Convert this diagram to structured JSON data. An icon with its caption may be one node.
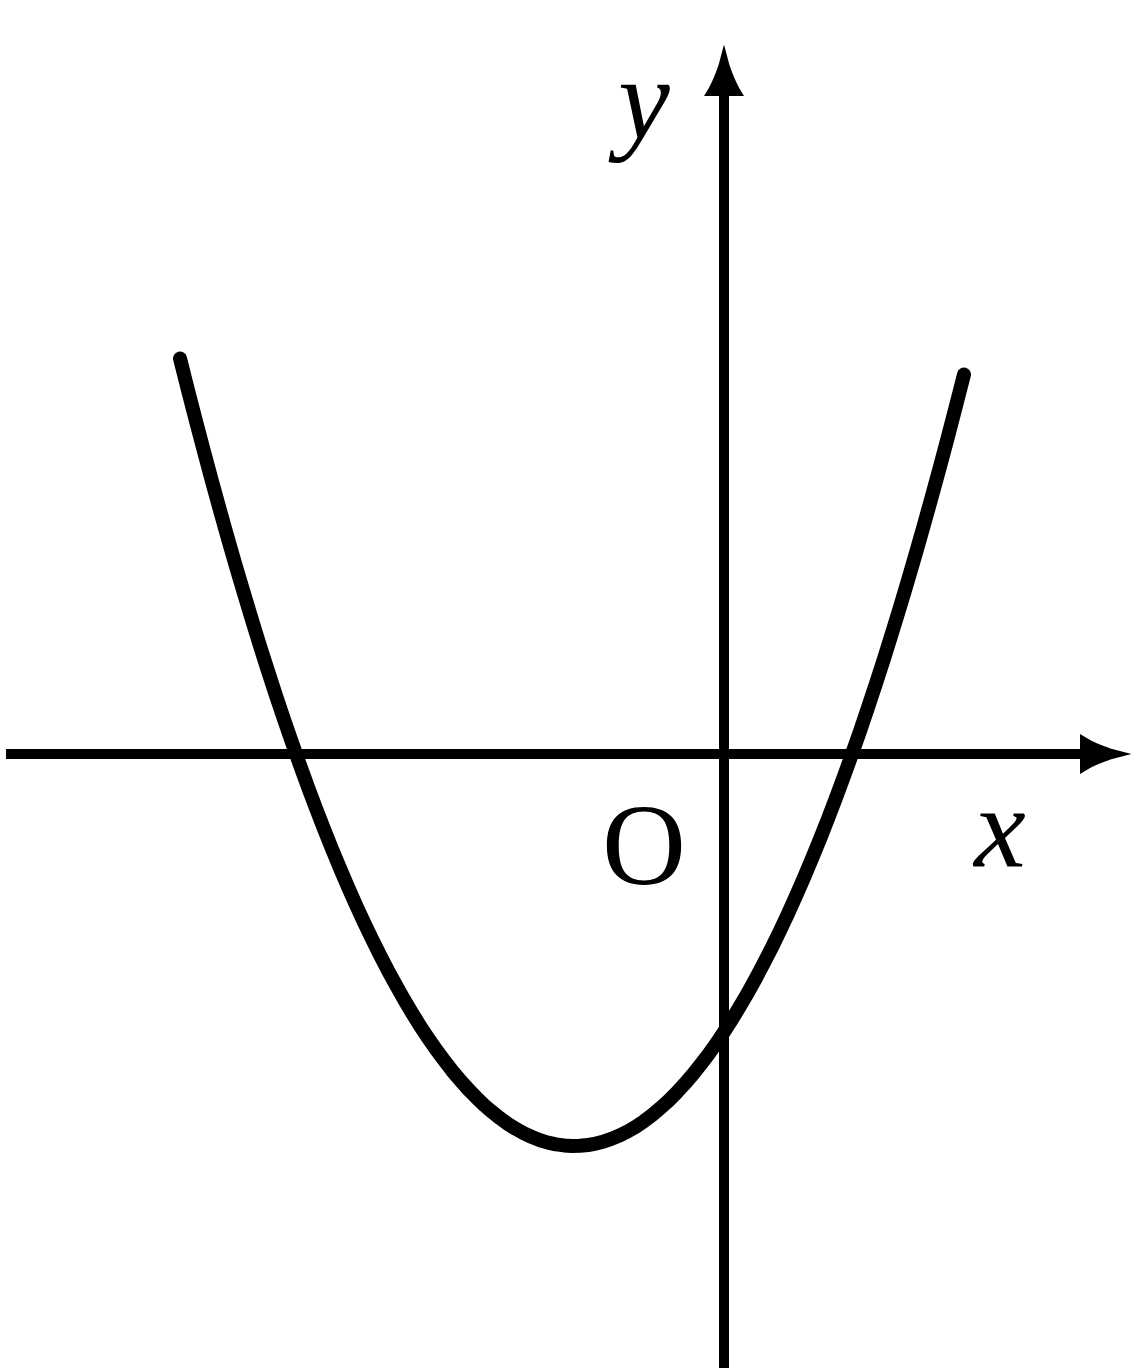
{
  "diagram": {
    "labels": [
      "y",
      "O",
      "x"
    ]
  }
}
